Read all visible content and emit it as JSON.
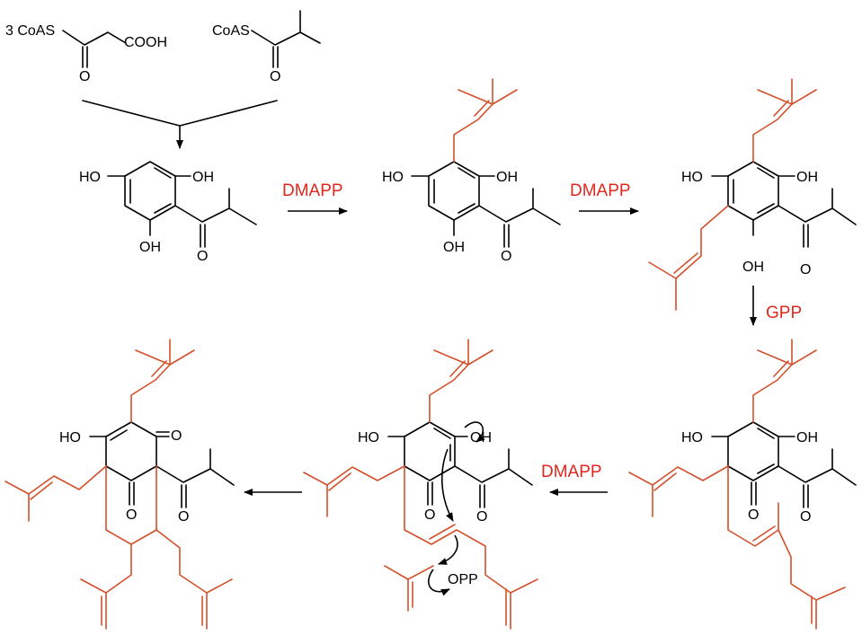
{
  "colors": {
    "bond": "#000000",
    "prenyl": "#d4502a",
    "reagent": "#e0281e"
  },
  "reagents": {
    "malonyl_coa": "3 CoAS",
    "cooh": "COOH",
    "isobutyryl_coa": "CoAS",
    "oxygen": "O"
  },
  "groups": {
    "ho": "HO",
    "oh": "OH",
    "o": "O",
    "opp": "OPP"
  },
  "steps": {
    "dmapp_1": "DMAPP",
    "dmapp_2": "DMAPP",
    "gpp": "GPP",
    "dmapp_3": "DMAPP"
  }
}
